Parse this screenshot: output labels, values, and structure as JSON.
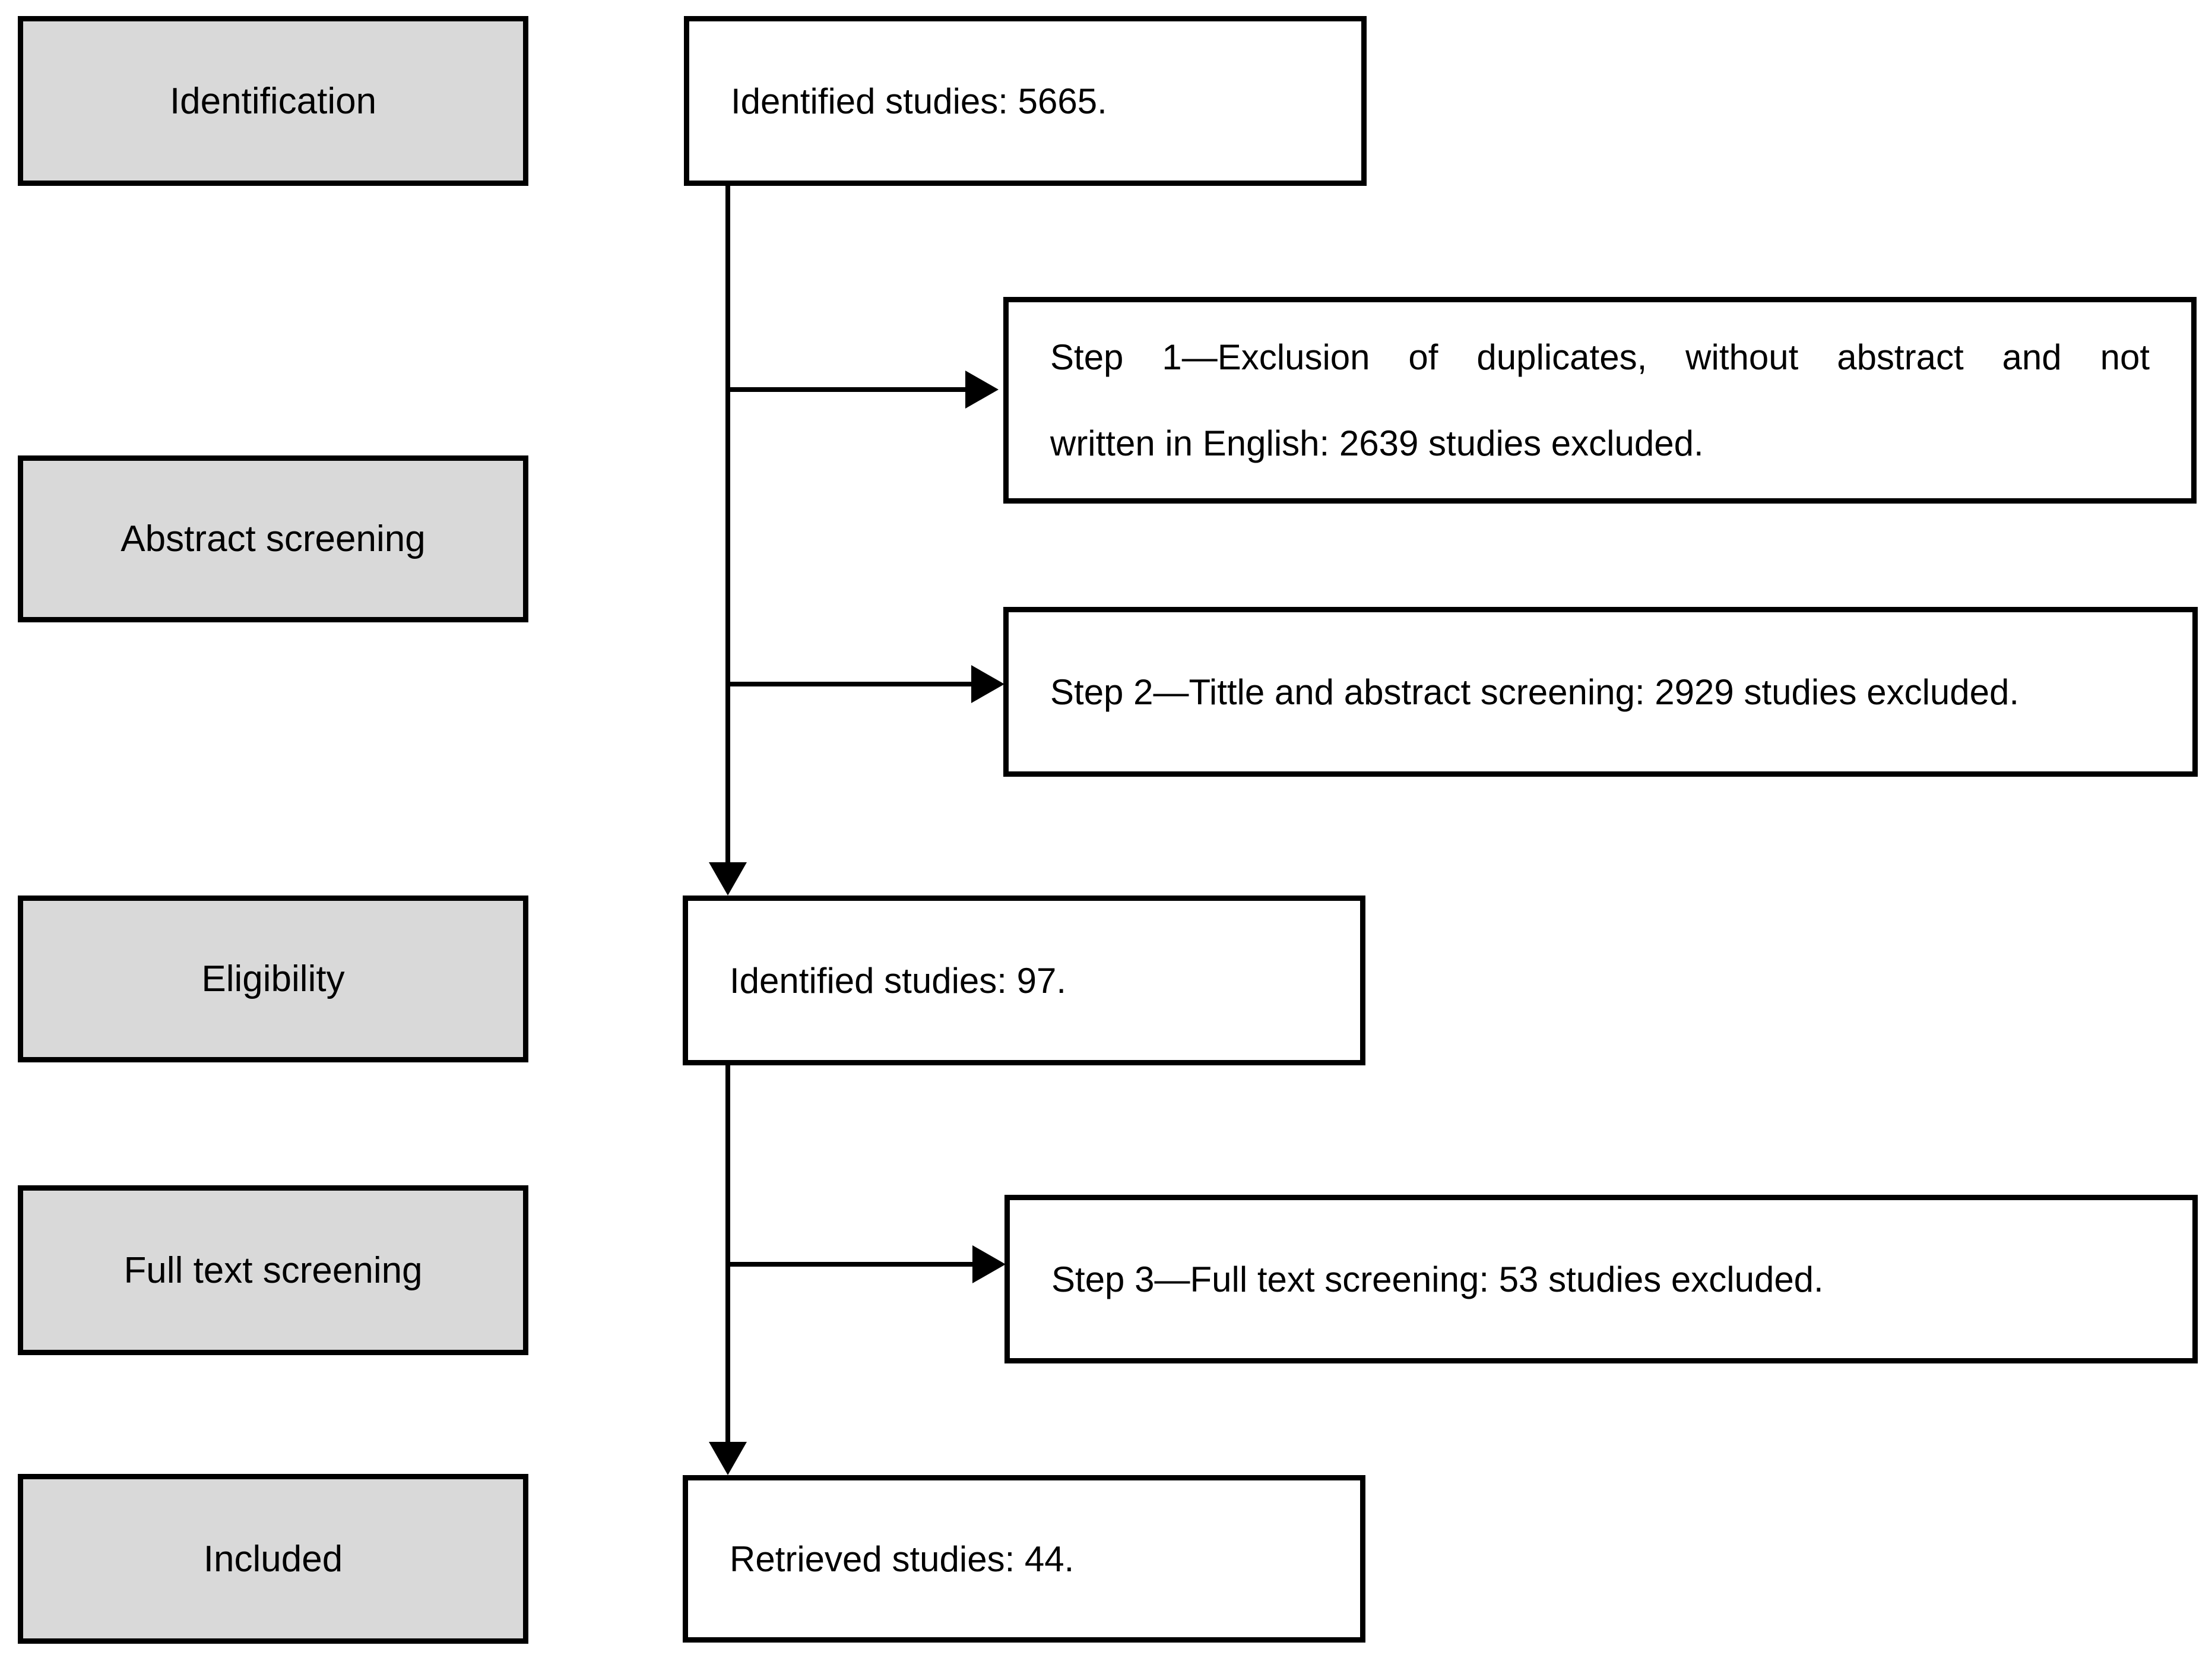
{
  "stages": [
    {
      "label": "Identification"
    },
    {
      "label": "Abstract screening"
    },
    {
      "label": "Eligibility"
    },
    {
      "label": "Full text screening"
    },
    {
      "label": "Included"
    }
  ],
  "flow": {
    "identified_initial": {
      "text": "Identified studies: 5665."
    },
    "step1": {
      "line1": "Step 1—Exclusion of duplicates, without abstract and not",
      "line2": "written in English: 2639 studies excluded."
    },
    "step2": {
      "text": "Step 2—Tittle and abstract screening: 2929 studies excluded."
    },
    "identified_eligible": {
      "text": "Identified studies: 97."
    },
    "step3": {
      "text": "Step 3—Full text screening: 53 studies excluded."
    },
    "retrieved": {
      "text": "Retrieved studies: 44."
    }
  },
  "colors": {
    "stage_fill": "#d9d9d9",
    "flow_fill": "#ffffff",
    "line": "#000000"
  }
}
